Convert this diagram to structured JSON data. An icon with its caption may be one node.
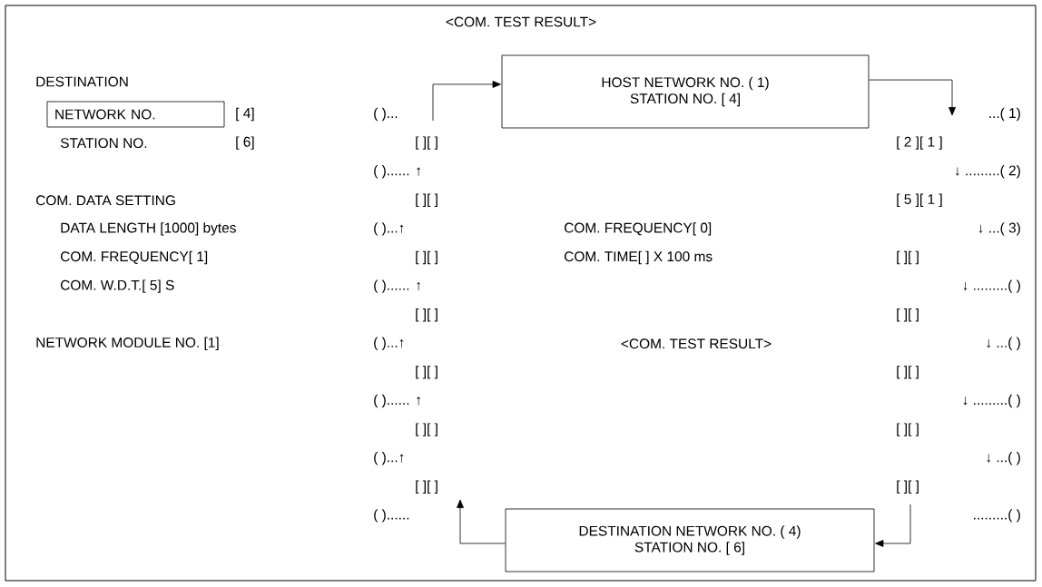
{
  "diagram": {
    "title": "<COM. TEST RESULT>",
    "nodes": [
      {
        "text": [
          "HOST NETWORK NO. ( 1)",
          "STATION NO. [ 4]"
        ]
      },
      {
        "text": [
          "NETWORK NO."
        ]
      },
      {
        "text": [
          "DESTINATION NETWORK NO. ( 4)",
          "STATION NO. [ 6]"
        ]
      }
    ],
    "edges": [
      {
        "from": null,
        "to": 0,
        "arrow": "to"
      },
      {
        "from": 0,
        "to": null,
        "arrow": "to"
      },
      {
        "from": null,
        "to": 2,
        "arrow": "to"
      },
      {
        "from": 2,
        "to": null,
        "arrow": "to"
      }
    ],
    "labels": [
      "DESTINATION",
      "[ 4]",
      "( )...",
      "...( 1)",
      "STATION NO.",
      "[ 6]",
      "[ ][ ]",
      "[ 2 ][ 1 ]",
      "( )...... ↑",
      "↓ .........( 2)",
      "COM. DATA SETTING",
      "[ ][ ]",
      "[ 5 ][ 1 ]",
      "DATA LENGTH [1000] bytes",
      "( )...↑",
      "COM. FREQUENCY[ 0]",
      "↓ ...( 3)",
      "COM. FREQUENCY[ 1]",
      "[ ][ ]",
      "COM. TIME[ ] X 100 ms",
      "[ ][ ]",
      "COM. W.D.T.[ 5] S",
      "( )...... ↑",
      "↓ .........( )",
      "[ ][ ]",
      "[ ][ ]",
      "NETWORK MODULE NO. [1]",
      "( )...↑",
      "<COM. TEST RESULT>",
      "↓ ...( )",
      "[ ][ ]",
      "[ ][ ]",
      "( )...... ↑",
      "↓ .........( )",
      "[ ][ ]",
      "[ ][ ]",
      "( )...↑",
      "↓ ...( )",
      "[ ][ ]",
      "[ ][ ]",
      "( )......",
      ".........( )"
    ]
  }
}
